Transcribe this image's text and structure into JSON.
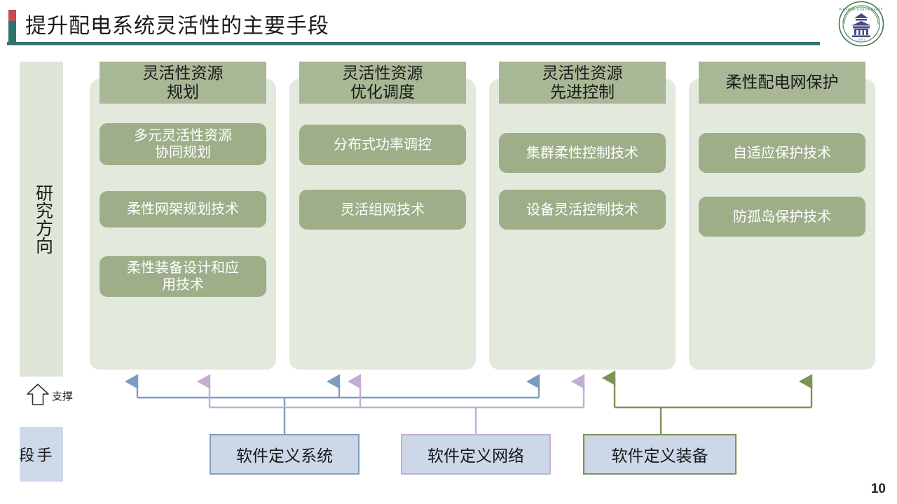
{
  "slide": {
    "title": "提升配电系统灵活性的主要手段",
    "page_number": "10",
    "accent_red": "#c0504d",
    "accent_teal": "#31716e"
  },
  "logo": {
    "name": "wuhan-university-seal",
    "text_top": "WUHAN UNIVERSITY",
    "year": "1893",
    "ring_color": "#3d7a4a",
    "building_color": "#4b4a86"
  },
  "rail": {
    "research_label": "研究方向",
    "support_label": "支撑",
    "means_label": "手段",
    "research_bg": "#dfe6d8",
    "means_bg": "#cdd9ea"
  },
  "columns": [
    {
      "header": "灵活性资源\n规划",
      "header_line1": "灵活性资源",
      "header_line2": "规划",
      "items": [
        "多元灵活性资源\n协同规划",
        "柔性网架规划技术",
        "柔性装备设计和应\n用技术"
      ]
    },
    {
      "header": "灵活性资源\n优化调度",
      "header_line1": "灵活性资源",
      "header_line2": "优化调度",
      "items": [
        "分布式功率调控",
        "灵活组网技术"
      ]
    },
    {
      "header": "灵活性资源\n先进控制",
      "header_line1": "灵活性资源",
      "header_line2": "先进控制",
      "items": [
        "集群柔性控制技术",
        "设备灵活控制技术"
      ]
    },
    {
      "header": "柔性配电网保护",
      "header_line1": "柔性配电网保护",
      "header_line2": "",
      "items": [
        "自适应保护技术",
        "防孤岛保护技术"
      ]
    }
  ],
  "bottom_boxes": [
    {
      "label": "软件定义系统",
      "border_color": "#7e9cc0",
      "fill": "#ccd7e8",
      "wire_color": "#7e9cc0"
    },
    {
      "label": "软件定义网络",
      "border_color": "#c3aed0",
      "fill": "#ccd7e8",
      "wire_color": "#c3aed0"
    },
    {
      "label": "软件定义装备",
      "border_color": "#7d9255",
      "fill": "#ccd7e8",
      "wire_color": "#7d9255"
    }
  ],
  "palette": {
    "column_bg": "#e3e9dd",
    "column_header_bg": "#a8b795",
    "item_bg": "#9dae89",
    "item_text": "#ffffff"
  }
}
